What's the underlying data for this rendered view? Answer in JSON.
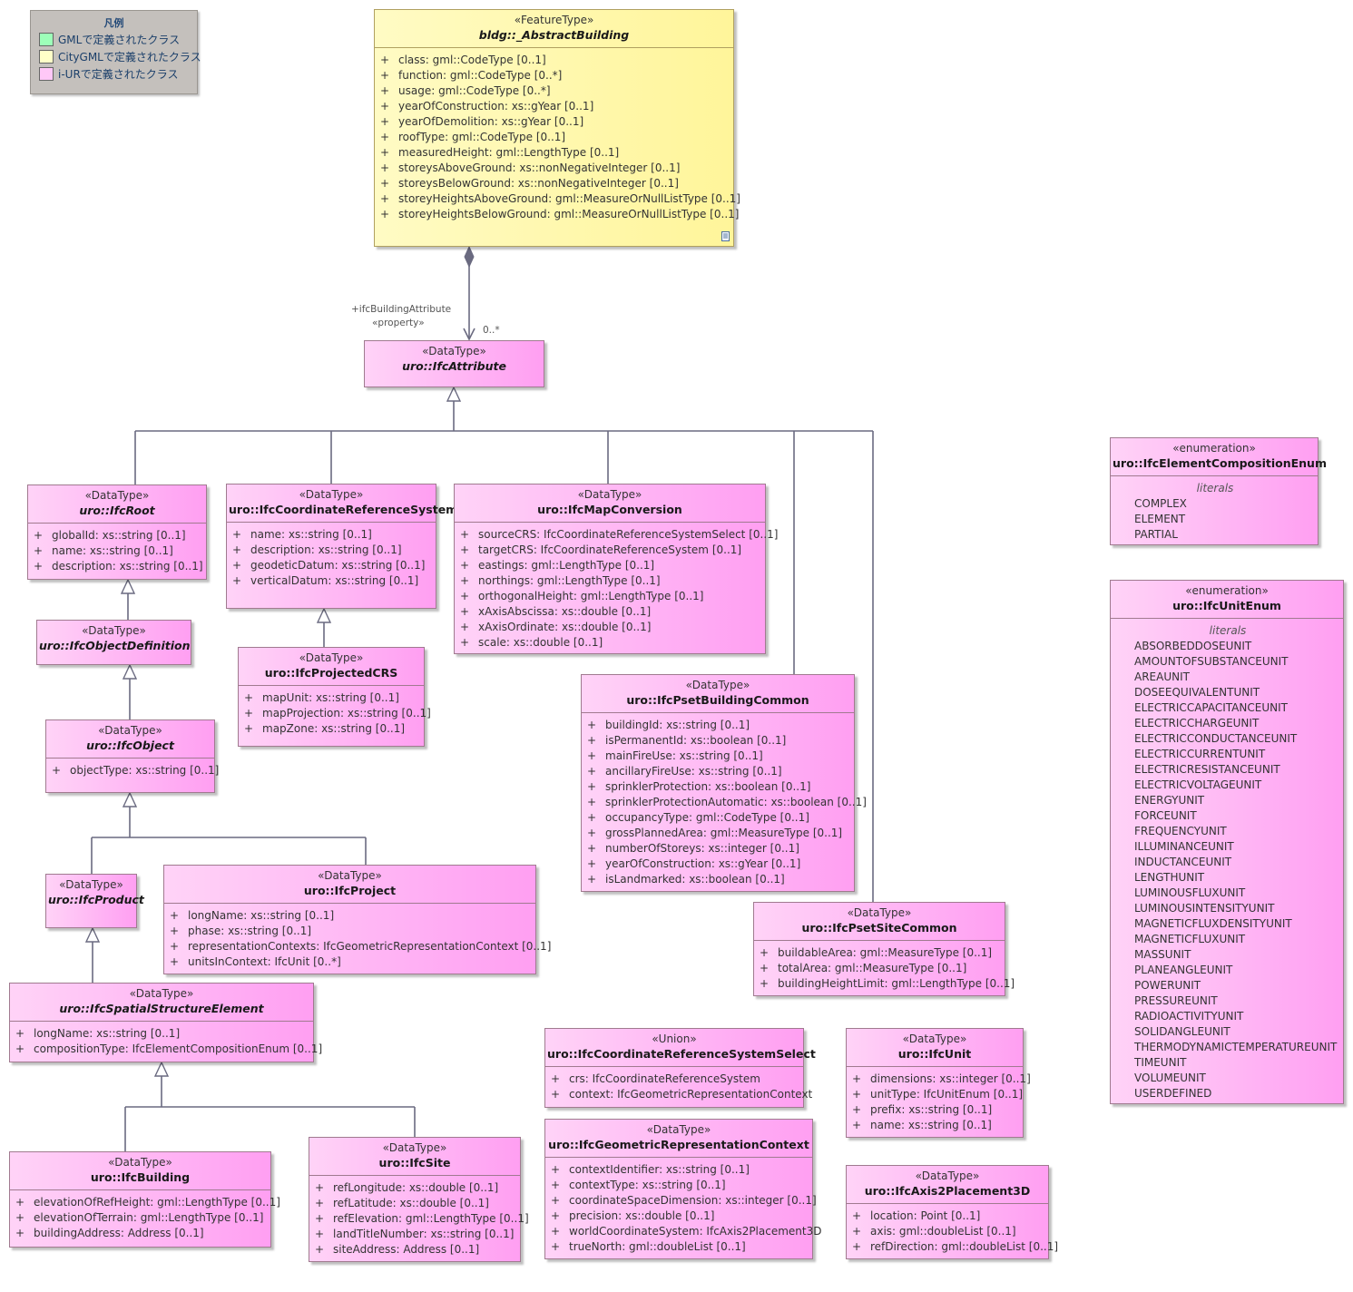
{
  "legend": {
    "title": "凡例",
    "items": [
      {
        "label": "GMLで定義されたクラス",
        "color": "#9dffb9"
      },
      {
        "label": "CityGMLで定義されたクラス",
        "color": "#ffffc8"
      },
      {
        "label": "i-URで定義されたクラス",
        "color": "#ffc8f7"
      }
    ]
  },
  "edge_labels": {
    "role": "+ifcBuildingAttribute",
    "stereotype": "«property»",
    "multiplicity": "0..*"
  },
  "classes": {
    "abstract_building": {
      "stereotype": "«FeatureType»",
      "name": "bldg::_AbstractBuilding",
      "attrs": [
        "class: gml::CodeType [0..1]",
        "function: gml::CodeType [0..*]",
        "usage: gml::CodeType [0..*]",
        "yearOfConstruction: xs::gYear [0..1]",
        "yearOfDemolition: xs::gYear [0..1]",
        "roofType: gml::CodeType [0..1]",
        "measuredHeight: gml::LengthType [0..1]",
        "storeysAboveGround: xs::nonNegativeInteger [0..1]",
        "storeysBelowGround: xs::nonNegativeInteger [0..1]",
        "storeyHeightsAboveGround: gml::MeasureOrNullListType [0..1]",
        "storeyHeightsBelowGround: gml::MeasureOrNullListType [0..1]"
      ]
    },
    "ifc_attribute": {
      "stereotype": "«DataType»",
      "name": "uro::IfcAttribute",
      "attrs": []
    },
    "ifc_root": {
      "stereotype": "«DataType»",
      "name": "uro::IfcRoot",
      "attrs": [
        "globalId: xs::string [0..1]",
        "name: xs::string [0..1]",
        "description: xs::string [0..1]"
      ]
    },
    "ifc_object_definition": {
      "stereotype": "«DataType»",
      "name": "uro::IfcObjectDefinition",
      "attrs": []
    },
    "ifc_object": {
      "stereotype": "«DataType»",
      "name": "uro::IfcObject",
      "attrs": [
        "objectType: xs::string [0..1]"
      ]
    },
    "ifc_product": {
      "stereotype": "«DataType»",
      "name": "uro::IfcProduct",
      "attrs": []
    },
    "ifc_spatial": {
      "stereotype": "«DataType»",
      "name": "uro::IfcSpatialStructureElement",
      "attrs": [
        "longName: xs::string [0..1]",
        "compositionType: IfcElementCompositionEnum [0..1]"
      ]
    },
    "ifc_building": {
      "stereotype": "«DataType»",
      "name": "uro::IfcBuilding",
      "attrs": [
        "elevationOfRefHeight: gml::LengthType [0..1]",
        "elevationOfTerrain: gml::LengthType [0..1]",
        "buildingAddress: Address [0..1]"
      ]
    },
    "ifc_site": {
      "stereotype": "«DataType»",
      "name": "uro::IfcSite",
      "attrs": [
        "refLongitude: xs::double [0..1]",
        "refLatitude: xs::double [0..1]",
        "refElevation: gml::LengthType [0..1]",
        "landTitleNumber: xs::string [0..1]",
        "siteAddress: Address [0..1]"
      ]
    },
    "ifc_project": {
      "stereotype": "«DataType»",
      "name": "uro::IfcProject",
      "attrs": [
        "longName: xs::string [0..1]",
        "phase: xs::string [0..1]",
        "representationContexts: IfcGeometricRepresentationContext [0..1]",
        "unitsInContext: IfcUnit [0..*]"
      ]
    },
    "ifc_crs": {
      "stereotype": "«DataType»",
      "name": "uro::IfcCoordinateReferenceSystem",
      "attrs": [
        "name: xs::string [0..1]",
        "description: xs::string [0..1]",
        "geodeticDatum: xs::string [0..1]",
        "verticalDatum: xs::string [0..1]"
      ]
    },
    "ifc_projected_crs": {
      "stereotype": "«DataType»",
      "name": "uro::IfcProjectedCRS",
      "attrs": [
        "mapUnit: xs::string [0..1]",
        "mapProjection: xs::string [0..1]",
        "mapZone: xs::string [0..1]"
      ]
    },
    "ifc_map_conversion": {
      "stereotype": "«DataType»",
      "name": "uro::IfcMapConversion",
      "attrs": [
        "sourceCRS: IfcCoordinateReferenceSystemSelect [0..1]",
        "targetCRS: IfcCoordinateReferenceSystem [0..1]",
        "eastings: gml::LengthType [0..1]",
        "northings: gml::LengthType [0..1]",
        "orthogonalHeight: gml::LengthType [0..1]",
        "xAxisAbscissa: xs::double [0..1]",
        "xAxisOrdinate: xs::double [0..1]",
        "scale: xs::double [0..1]"
      ]
    },
    "ifc_pset_building": {
      "stereotype": "«DataType»",
      "name": "uro::IfcPsetBuildingCommon",
      "attrs": [
        "buildingId: xs::string [0..1]",
        "isPermanentId: xs::boolean [0..1]",
        "mainFireUse: xs::string [0..1]",
        "ancillaryFireUse: xs::string [0..1]",
        "sprinklerProtection: xs::boolean [0..1]",
        "sprinklerProtectionAutomatic: xs::boolean [0..1]",
        "occupancyType: gml::CodeType [0..1]",
        "grossPlannedArea: gml::MeasureType [0..1]",
        "numberOfStoreys: xs::integer [0..1]",
        "yearOfConstruction: xs::gYear [0..1]",
        "isLandmarked: xs::boolean [0..1]"
      ]
    },
    "ifc_pset_site": {
      "stereotype": "«DataType»",
      "name": "uro::IfcPsetSiteCommon",
      "attrs": [
        "buildableArea: gml::MeasureType [0..1]",
        "totalArea: gml::MeasureType [0..1]",
        "buildingHeightLimit: gml::LengthType [0..1]"
      ]
    },
    "ifc_crs_select": {
      "stereotype": "«Union»",
      "name": "uro::IfcCoordinateReferenceSystemSelect",
      "attrs": [
        "crs: IfcCoordinateReferenceSystem",
        "context: IfcGeometricRepresentationContext"
      ]
    },
    "ifc_geom_context": {
      "stereotype": "«DataType»",
      "name": "uro::IfcGeometricRepresentationContext",
      "attrs": [
        "contextIdentifier: xs::string [0..1]",
        "contextType: xs::string [0..1]",
        "coordinateSpaceDimension: xs::integer [0..1]",
        "precision: xs::double [0..1]",
        "worldCoordinateSystem: IfcAxis2Placement3D",
        "trueNorth: gml::doubleList [0..1]"
      ]
    },
    "ifc_unit": {
      "stereotype": "«DataType»",
      "name": "uro::IfcUnit",
      "attrs": [
        "dimensions: xs::integer [0..1]",
        "unitType: IfcUnitEnum [0..1]",
        "prefix: xs::string [0..1]",
        "name: xs::string [0..1]"
      ]
    },
    "ifc_axis2": {
      "stereotype": "«DataType»",
      "name": "uro::IfcAxis2Placement3D",
      "attrs": [
        "location: Point [0..1]",
        "axis: gml::doubleList [0..1]",
        "refDirection: gml::doubleList [0..1]"
      ]
    },
    "ifc_elem_comp_enum": {
      "stereotype": "«enumeration»",
      "name": "uro::IfcElementCompositionEnum",
      "caption": "literals",
      "literals": [
        "COMPLEX",
        "ELEMENT",
        "PARTIAL"
      ]
    },
    "ifc_unit_enum": {
      "stereotype": "«enumeration»",
      "name": "uro::IfcUnitEnum",
      "caption": "literals",
      "literals": [
        "ABSORBEDDOSEUNIT",
        "AMOUNTOFSUBSTANCEUNIT",
        "AREAUNIT",
        "DOSEEQUIVALENTUNIT",
        "ELECTRICCAPACITANCEUNIT",
        "ELECTRICCHARGEUNIT",
        "ELECTRICCONDUCTANCEUNIT",
        "ELECTRICCURRENTUNIT",
        "ELECTRICRESISTANCEUNIT",
        "ELECTRICVOLTAGEUNIT",
        "ENERGYUNIT",
        "FORCEUNIT",
        "FREQUENCYUNIT",
        "ILLUMINANCEUNIT",
        "INDUCTANCEUNIT",
        "LENGTHUNIT",
        "LUMINOUSFLUXUNIT",
        "LUMINOUSINTENSITYUNIT",
        "MAGNETICFLUXDENSITYUNIT",
        "MAGNETICFLUXUNIT",
        "MASSUNIT",
        "PLANEANGLEUNIT",
        "POWERUNIT",
        "PRESSUREUNIT",
        "RADIOACTIVITYUNIT",
        "SOLIDANGLEUNIT",
        "THERMODYNAMICTEMPERATUREUNIT",
        "TIMEUNIT",
        "VOLUMEUNIT",
        "USERDEFINED"
      ]
    }
  }
}
